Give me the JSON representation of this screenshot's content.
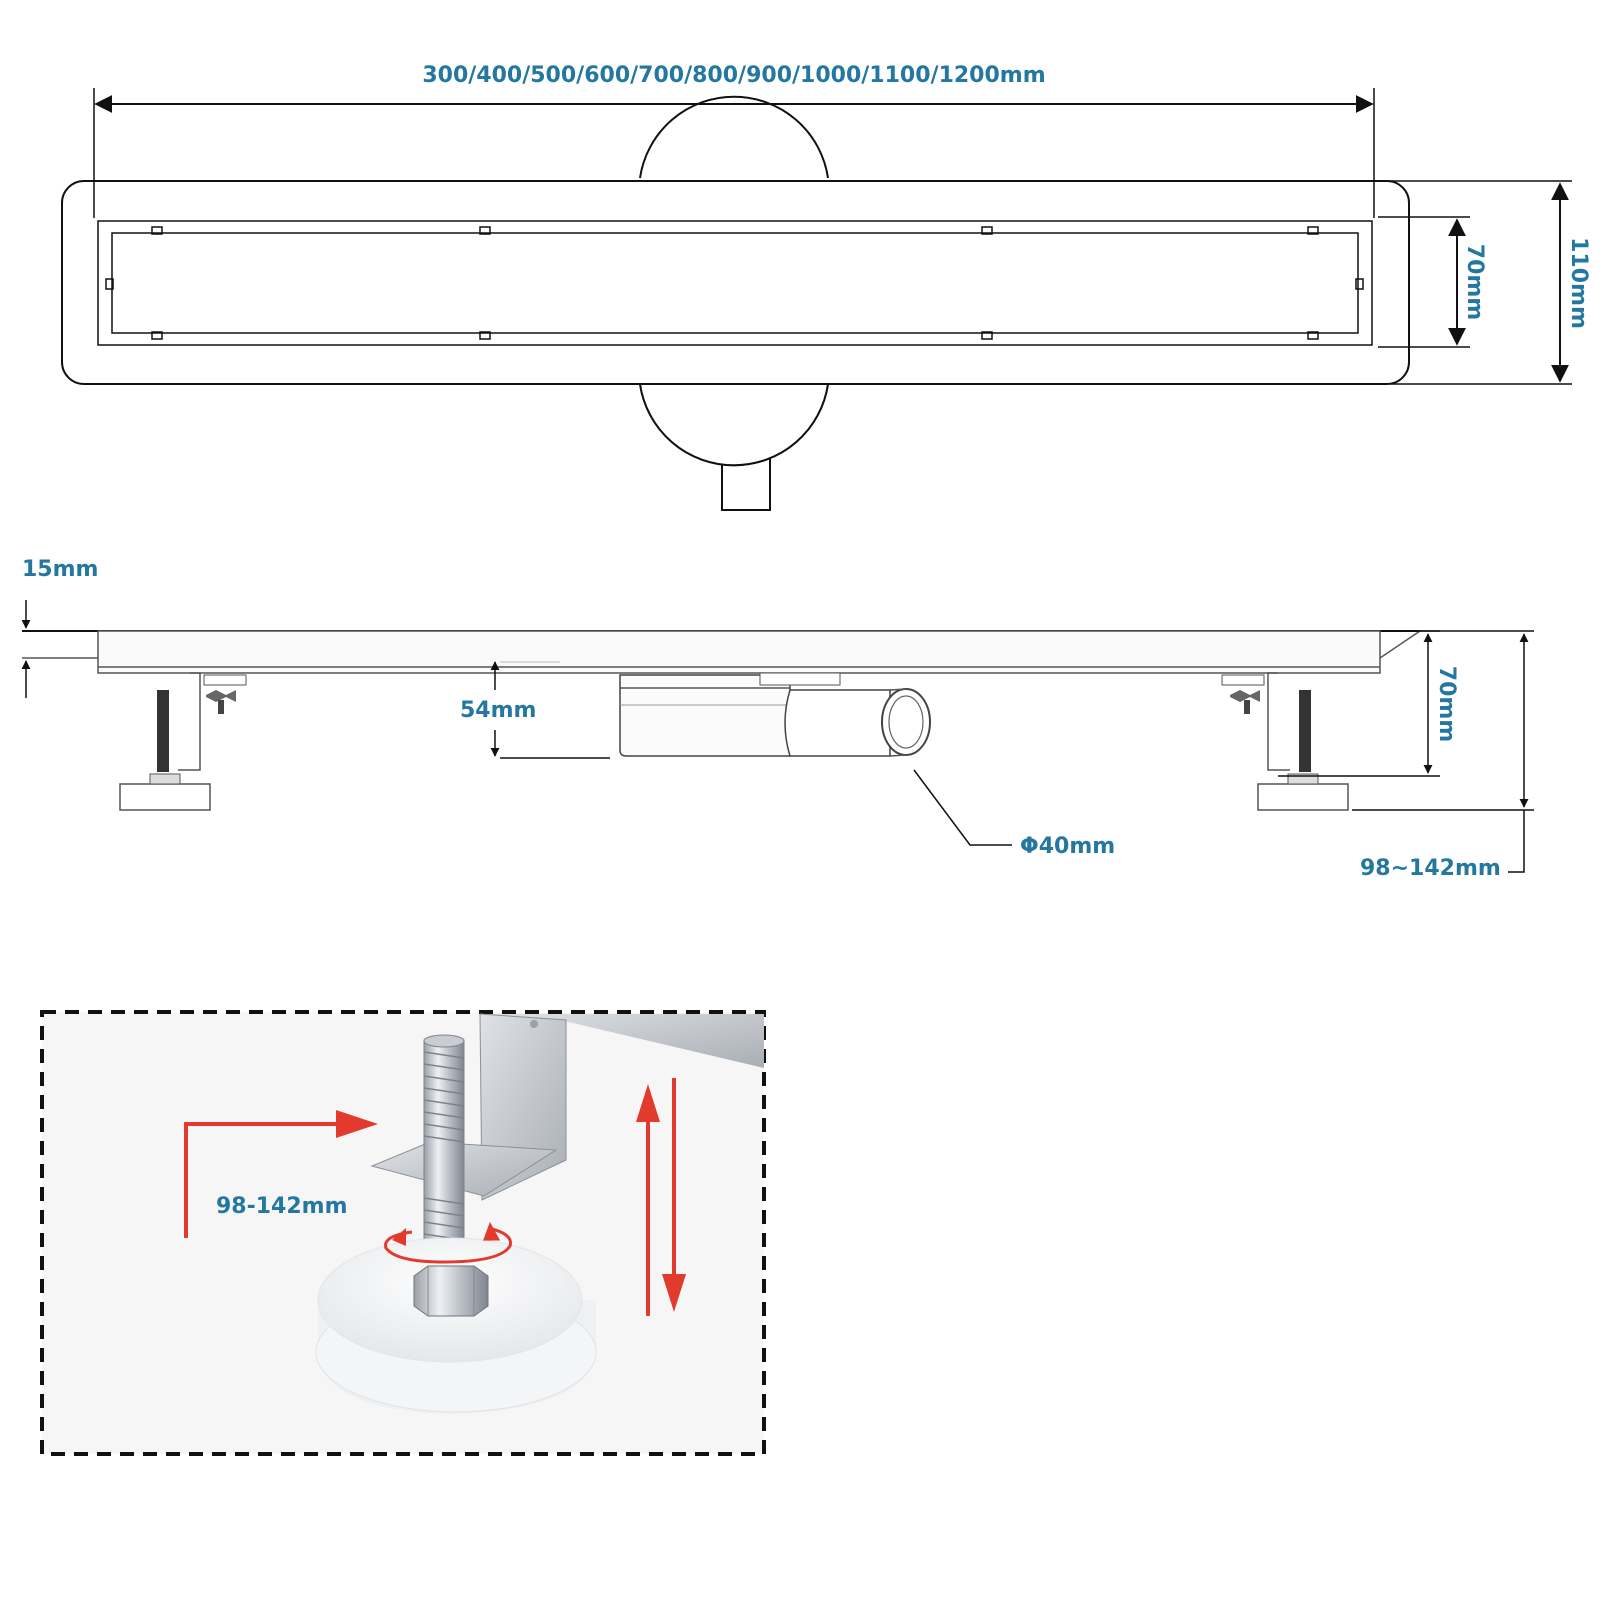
{
  "top_view": {
    "length_label": "300/400/500/600/700/800/900/1000/1100/1200mm",
    "grate_width_label": "70mm",
    "total_width_label": "110mm"
  },
  "side_view": {
    "flange_label": "15mm",
    "depth_label": "54mm",
    "outlet_label": "Φ40mm",
    "body_height_label": "70mm",
    "adjust_range_label": "98~142mm"
  },
  "detail": {
    "adjust_label": "98-142mm"
  },
  "colors": {
    "dimension_text": "#2477a0",
    "arrow_red": "#e23b2e",
    "line": "#111111"
  }
}
